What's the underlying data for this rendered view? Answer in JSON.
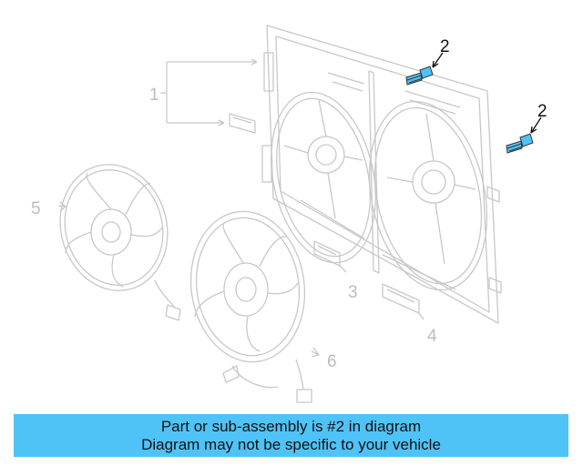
{
  "diagram": {
    "callouts": {
      "c1": "1",
      "c2a": "2",
      "c2b": "2",
      "c3": "3",
      "c4": "4",
      "c5": "5",
      "c6": "6"
    }
  },
  "colors": {
    "highlight_part": "#4fc3f7",
    "banner_bg": "#4fc3f7",
    "line_art": "#c8c8c8"
  },
  "banner": {
    "line1": "Part or sub-assembly is #2 in diagram",
    "line2": "Diagram may not be specific to your vehicle"
  }
}
